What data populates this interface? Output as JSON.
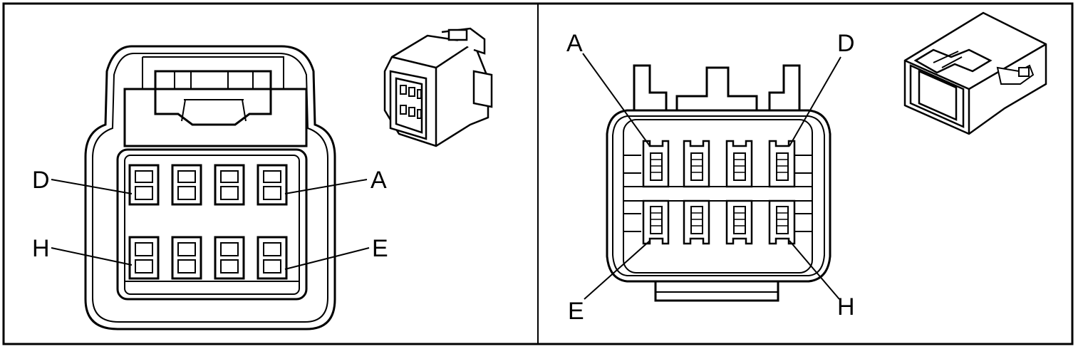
{
  "colors": {
    "stroke": "#000000",
    "background": "#ffffff",
    "cavity_fill": "#4a4a4a",
    "slot_fill": "#ffffff"
  },
  "left_panel": {
    "view": "female-connector-face",
    "pin_labels": {
      "top_left": "D",
      "top_right": "A",
      "bottom_left": "H",
      "bottom_right": "E"
    }
  },
  "right_panel": {
    "view": "male-connector-face",
    "pin_labels": {
      "top_left": "A",
      "top_right": "D",
      "bottom_left": "E",
      "bottom_right": "H"
    }
  }
}
